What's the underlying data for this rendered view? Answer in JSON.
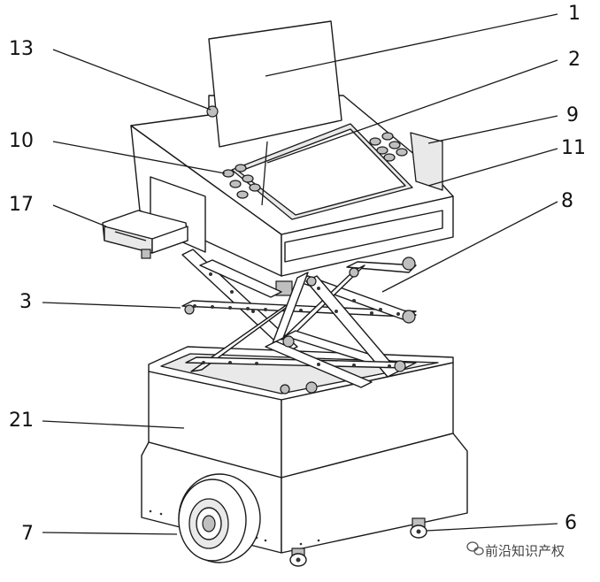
{
  "labels": [
    {
      "id": "1",
      "text": "1"
    },
    {
      "id": "2",
      "text": "2"
    },
    {
      "id": "13",
      "text": "13"
    },
    {
      "id": "9",
      "text": "9"
    },
    {
      "id": "10",
      "text": "10"
    },
    {
      "id": "11",
      "text": "11"
    },
    {
      "id": "17",
      "text": "17"
    },
    {
      "id": "8",
      "text": "8"
    },
    {
      "id": "3",
      "text": "3"
    },
    {
      "id": "21",
      "text": "21"
    },
    {
      "id": "7",
      "text": "7"
    },
    {
      "id": "6",
      "text": "6"
    }
  ],
  "watermark": {
    "text": "前沿知识产权",
    "icon": "wechat-icon"
  }
}
